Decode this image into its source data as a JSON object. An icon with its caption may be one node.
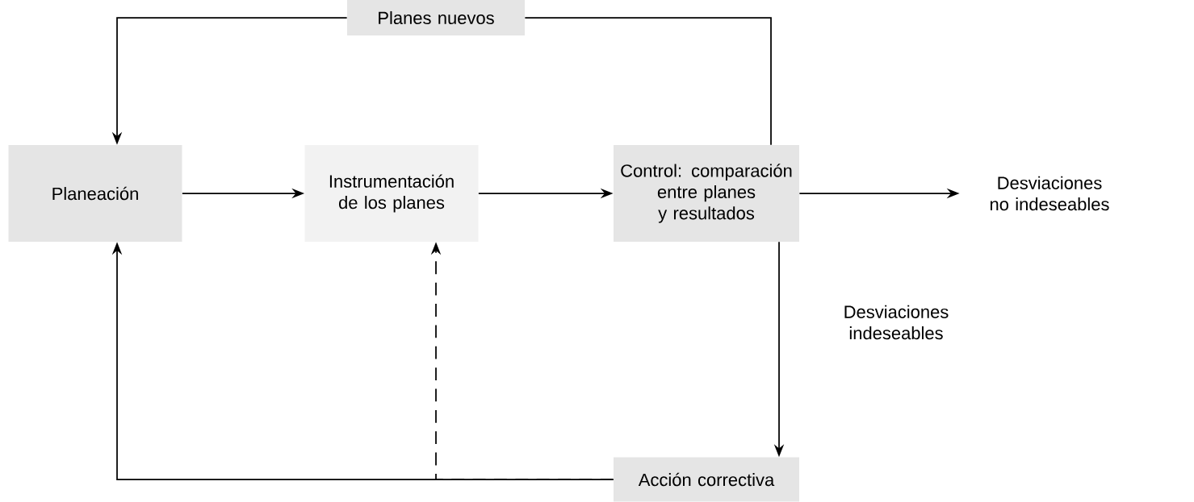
{
  "diagram": {
    "nodes": [
      {
        "text": [
          "Planes nuevos"
        ]
      },
      {
        "text": [
          "Planeación"
        ]
      },
      {
        "text": [
          "Instrumentación de los planes"
        ]
      },
      {
        "text": [
          "Control: comparación entre planes y resultados"
        ]
      },
      {
        "text": [
          "Desviaciones no indeseables"
        ]
      },
      {
        "text": [
          "Acción correctiva"
        ]
      }
    ],
    "edges": [
      {
        "from": 1,
        "to": 2,
        "arrow": "to"
      },
      {
        "from": 2,
        "to": 3,
        "arrow": "to"
      },
      {
        "from": 3,
        "to": 4,
        "arrow": "to"
      },
      {
        "from": 3,
        "to": 5,
        "arrow": "to",
        "label": "Desviaciones indeseables"
      },
      {
        "from": 3,
        "to": 0,
        "arrow": "none"
      },
      {
        "from": 0,
        "to": 1,
        "arrow": "to"
      },
      {
        "from": 5,
        "to": 2,
        "arrow": "to",
        "style": "dashed"
      },
      {
        "from": 5,
        "to": 1,
        "arrow": "to"
      }
    ]
  }
}
